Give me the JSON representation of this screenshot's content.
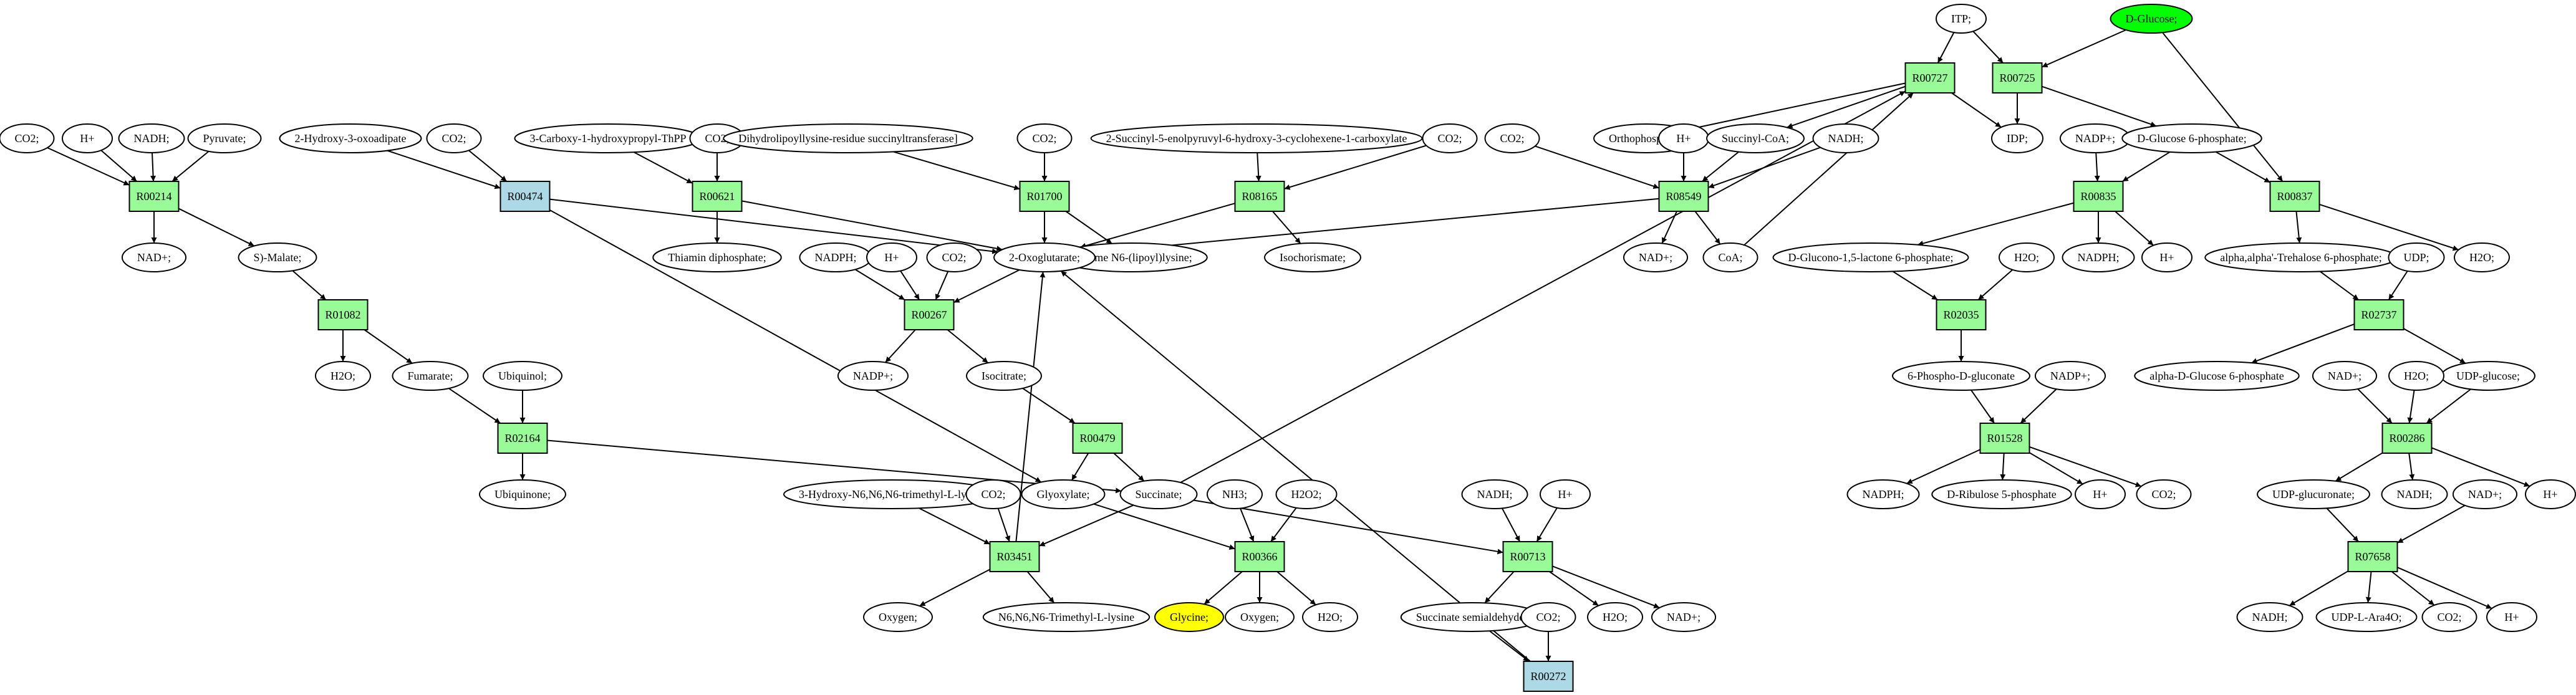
{
  "colors": {
    "reaction": "#98fb98",
    "reaction_alt": "#add8e6",
    "start_compound": "#00ff00",
    "target_compound": "#ffff00",
    "edge": "#000000"
  },
  "nodes": [
    {
      "id": "co2_a",
      "label": "CO2;",
      "kind": "metab"
    },
    {
      "id": "h_a",
      "label": "H+",
      "kind": "metab"
    },
    {
      "id": "nadh_a",
      "label": "NADH;",
      "kind": "metab"
    },
    {
      "id": "pyruvate",
      "label": "Pyruvate;",
      "kind": "metab"
    },
    {
      "id": "r00214",
      "label": "R00214",
      "kind": "rxn"
    },
    {
      "id": "nad_a",
      "label": "NAD+;",
      "kind": "metab"
    },
    {
      "id": "smalate",
      "label": "S)-Malate;",
      "kind": "metab"
    },
    {
      "id": "r01082",
      "label": "R01082",
      "kind": "rxn"
    },
    {
      "id": "h2o_a",
      "label": "H2O;",
      "kind": "metab"
    },
    {
      "id": "fumarate",
      "label": "Fumarate;",
      "kind": "metab"
    },
    {
      "id": "ubiquinol",
      "label": "Ubiquinol;",
      "kind": "metab"
    },
    {
      "id": "r02164",
      "label": "R02164",
      "kind": "rxn"
    },
    {
      "id": "ubiquinone",
      "label": "Ubiquinone;",
      "kind": "metab"
    },
    {
      "id": "hoxoadipate",
      "label": "2-Hydroxy-3-oxoadipate",
      "kind": "metab"
    },
    {
      "id": "co2_b",
      "label": "CO2;",
      "kind": "metab"
    },
    {
      "id": "r00474",
      "label": "R00474",
      "kind": "rxn_alt"
    },
    {
      "id": "carboxy_thpp",
      "label": "3-Carboxy-1-hydroxypropyl-ThPP",
      "kind": "metab"
    },
    {
      "id": "co2_c",
      "label": "CO2;",
      "kind": "metab"
    },
    {
      "id": "r00621",
      "label": "R00621",
      "kind": "rxn"
    },
    {
      "id": "thiamin",
      "label": "Thiamin diphosphate;",
      "kind": "metab"
    },
    {
      "id": "dihydro",
      "label": "Dihydrolipoyllysine-residue succinyltransferase]",
      "kind": "metab"
    },
    {
      "id": "co2_d",
      "label": "CO2;",
      "kind": "metab"
    },
    {
      "id": "r01700",
      "label": "R01700",
      "kind": "rxn"
    },
    {
      "id": "enzyme_n6",
      "label": "Enzyme N6-(lipoyl)lysine;",
      "kind": "metab"
    },
    {
      "id": "succinyl_enol",
      "label": "2-Succinyl-5-enolpyruvyl-6-hydroxy-3-cyclohexene-1-carboxylate",
      "kind": "metab"
    },
    {
      "id": "co2_e",
      "label": "CO2;",
      "kind": "metab"
    },
    {
      "id": "r08165",
      "label": "R08165",
      "kind": "rxn"
    },
    {
      "id": "isochorismate",
      "label": "Isochorismate;",
      "kind": "metab"
    },
    {
      "id": "oxoglutarate",
      "label": "2-Oxoglutarate;",
      "kind": "metab"
    },
    {
      "id": "nadph_a",
      "label": "NADPH;",
      "kind": "metab"
    },
    {
      "id": "h_b",
      "label": "H+",
      "kind": "metab"
    },
    {
      "id": "co2_f",
      "label": "CO2;",
      "kind": "metab"
    },
    {
      "id": "r00267",
      "label": "R00267",
      "kind": "rxn"
    },
    {
      "id": "nadp_a",
      "label": "NADP+;",
      "kind": "metab"
    },
    {
      "id": "isocitrate",
      "label": "Isocitrate;",
      "kind": "metab"
    },
    {
      "id": "r00479",
      "label": "R00479",
      "kind": "rxn"
    },
    {
      "id": "glyoxylate",
      "label": "Glyoxylate;",
      "kind": "metab"
    },
    {
      "id": "succinate",
      "label": "Succinate;",
      "kind": "metab"
    },
    {
      "id": "hydroxy_tml",
      "label": "3-Hydroxy-N6,N6,N6-trimethyl-L-lysine",
      "kind": "metab"
    },
    {
      "id": "co2_g",
      "label": "CO2;",
      "kind": "metab"
    },
    {
      "id": "r03451",
      "label": "R03451",
      "kind": "rxn"
    },
    {
      "id": "oxygen_a",
      "label": "Oxygen;",
      "kind": "metab"
    },
    {
      "id": "n6_tml",
      "label": "N6,N6,N6-Trimethyl-L-lysine",
      "kind": "metab"
    },
    {
      "id": "nh3",
      "label": "NH3;",
      "kind": "metab"
    },
    {
      "id": "h2o2",
      "label": "H2O2;",
      "kind": "metab"
    },
    {
      "id": "r00366",
      "label": "R00366",
      "kind": "rxn"
    },
    {
      "id": "glycine",
      "label": "Glycine;",
      "kind": "target"
    },
    {
      "id": "oxygen_b",
      "label": "Oxygen;",
      "kind": "metab"
    },
    {
      "id": "h2o_b",
      "label": "H2O;",
      "kind": "metab"
    },
    {
      "id": "nadh_b",
      "label": "NADH;",
      "kind": "metab"
    },
    {
      "id": "h_c",
      "label": "H+",
      "kind": "metab"
    },
    {
      "id": "r00713",
      "label": "R00713",
      "kind": "rxn"
    },
    {
      "id": "succ_semi",
      "label": "Succinate semialdehyde;",
      "kind": "metab"
    },
    {
      "id": "co2_h",
      "label": "CO2;",
      "kind": "metab"
    },
    {
      "id": "h2o_c",
      "label": "H2O;",
      "kind": "metab"
    },
    {
      "id": "nad_b",
      "label": "NAD+;",
      "kind": "metab"
    },
    {
      "id": "r00272",
      "label": "R00272",
      "kind": "rxn_alt"
    },
    {
      "id": "itp",
      "label": "ITP;",
      "kind": "metab"
    },
    {
      "id": "dglucose",
      "label": "D-Glucose;",
      "kind": "start"
    },
    {
      "id": "r00727",
      "label": "R00727",
      "kind": "rxn"
    },
    {
      "id": "r00725",
      "label": "R00725",
      "kind": "rxn"
    },
    {
      "id": "idp",
      "label": "IDP;",
      "kind": "metab"
    },
    {
      "id": "co2_i",
      "label": "CO2;",
      "kind": "metab"
    },
    {
      "id": "orthophosphate",
      "label": "Orthophosphate;",
      "kind": "metab"
    },
    {
      "id": "h_d",
      "label": "H+",
      "kind": "metab"
    },
    {
      "id": "succinyl_coa",
      "label": "Succinyl-CoA;",
      "kind": "metab"
    },
    {
      "id": "nadh_c",
      "label": "NADH;",
      "kind": "metab"
    },
    {
      "id": "r08549",
      "label": "R08549",
      "kind": "rxn"
    },
    {
      "id": "nad_c",
      "label": "NAD+;",
      "kind": "metab"
    },
    {
      "id": "coa",
      "label": "CoA;",
      "kind": "metab"
    },
    {
      "id": "nadp_b",
      "label": "NADP+;",
      "kind": "metab"
    },
    {
      "id": "g6p",
      "label": "D-Glucose 6-phosphate;",
      "kind": "metab"
    },
    {
      "id": "r00835",
      "label": "R00835",
      "kind": "rxn"
    },
    {
      "id": "r00837",
      "label": "R00837",
      "kind": "rxn"
    },
    {
      "id": "nadph_b",
      "label": "NADPH;",
      "kind": "metab"
    },
    {
      "id": "h_e",
      "label": "H+",
      "kind": "metab"
    },
    {
      "id": "gluconolactone",
      "label": "D-Glucono-1,5-lactone 6-phosphate;",
      "kind": "metab"
    },
    {
      "id": "h2o_d",
      "label": "H2O;",
      "kind": "metab"
    },
    {
      "id": "r02035",
      "label": "R02035",
      "kind": "rxn"
    },
    {
      "id": "phosphogluconate",
      "label": "6-Phospho-D-gluconate",
      "kind": "metab"
    },
    {
      "id": "nadp_c",
      "label": "NADP+;",
      "kind": "metab"
    },
    {
      "id": "r01528",
      "label": "R01528",
      "kind": "rxn"
    },
    {
      "id": "nadph_c",
      "label": "NADPH;",
      "kind": "metab"
    },
    {
      "id": "ribulose",
      "label": "D-Ribulose 5-phosphate",
      "kind": "metab"
    },
    {
      "id": "h_f",
      "label": "H+",
      "kind": "metab"
    },
    {
      "id": "co2_j",
      "label": "CO2;",
      "kind": "metab"
    },
    {
      "id": "trehalose",
      "label": "alpha,alpha'-Trehalose 6-phosphate;",
      "kind": "metab"
    },
    {
      "id": "udp_a",
      "label": "UDP;",
      "kind": "metab"
    },
    {
      "id": "h2o_e",
      "label": "H2O;",
      "kind": "metab"
    },
    {
      "id": "r02737",
      "label": "R02737",
      "kind": "rxn"
    },
    {
      "id": "alpha_g6p",
      "label": "alpha-D-Glucose 6-phosphate",
      "kind": "metab"
    },
    {
      "id": "udp_glucose",
      "label": "UDP-glucose;",
      "kind": "metab"
    },
    {
      "id": "nad_d",
      "label": "NAD+;",
      "kind": "metab"
    },
    {
      "id": "h2o_f",
      "label": "H2O;",
      "kind": "metab"
    },
    {
      "id": "r00286",
      "label": "R00286",
      "kind": "rxn"
    },
    {
      "id": "udp_glucuronate",
      "label": "UDP-glucuronate;",
      "kind": "metab"
    },
    {
      "id": "nadh_d",
      "label": "NADH;",
      "kind": "metab"
    },
    {
      "id": "nad_e",
      "label": "NAD+;",
      "kind": "metab"
    },
    {
      "id": "h_g",
      "label": "H+",
      "kind": "metab"
    },
    {
      "id": "r07658",
      "label": "R07658",
      "kind": "rxn"
    },
    {
      "id": "nadh_e",
      "label": "NADH;",
      "kind": "metab"
    },
    {
      "id": "udp_ara",
      "label": "UDP-L-Ara4O;",
      "kind": "metab"
    },
    {
      "id": "co2_k",
      "label": "CO2;",
      "kind": "metab"
    },
    {
      "id": "h_h",
      "label": "H+",
      "kind": "metab"
    }
  ],
  "edges": [
    [
      "co2_a",
      "r00214"
    ],
    [
      "h_a",
      "r00214"
    ],
    [
      "nadh_a",
      "r00214"
    ],
    [
      "pyruvate",
      "r00214"
    ],
    [
      "r00214",
      "nad_a"
    ],
    [
      "r00214",
      "smalate"
    ],
    [
      "smalate",
      "r01082"
    ],
    [
      "r01082",
      "h2o_a"
    ],
    [
      "r01082",
      "fumarate"
    ],
    [
      "fumarate",
      "r02164"
    ],
    [
      "ubiquinol",
      "r02164"
    ],
    [
      "r02164",
      "ubiquinone"
    ],
    [
      "r02164",
      "succinate"
    ],
    [
      "hoxoadipate",
      "r00474"
    ],
    [
      "co2_b",
      "r00474"
    ],
    [
      "r00474",
      "oxoglutarate"
    ],
    [
      "r00474",
      "glyoxylate"
    ],
    [
      "carboxy_thpp",
      "r00621"
    ],
    [
      "co2_c",
      "r00621"
    ],
    [
      "r00621",
      "thiamin"
    ],
    [
      "r00621",
      "oxoglutarate"
    ],
    [
      "dihydro",
      "r01700"
    ],
    [
      "co2_d",
      "r01700"
    ],
    [
      "r01700",
      "enzyme_n6"
    ],
    [
      "r01700",
      "oxoglutarate"
    ],
    [
      "succinyl_enol",
      "r08165"
    ],
    [
      "co2_e",
      "r08165"
    ],
    [
      "r08165",
      "isochorismate"
    ],
    [
      "r08165",
      "oxoglutarate"
    ],
    [
      "nadph_a",
      "r00267"
    ],
    [
      "h_b",
      "r00267"
    ],
    [
      "co2_f",
      "r00267"
    ],
    [
      "oxoglutarate",
      "r00267"
    ],
    [
      "r00267",
      "nadp_a"
    ],
    [
      "r00267",
      "isocitrate"
    ],
    [
      "isocitrate",
      "r00479"
    ],
    [
      "r00479",
      "glyoxylate"
    ],
    [
      "r00479",
      "succinate"
    ],
    [
      "hydroxy_tml",
      "r03451"
    ],
    [
      "co2_g",
      "r03451"
    ],
    [
      "succinate",
      "r03451"
    ],
    [
      "r03451",
      "oxygen_a"
    ],
    [
      "r03451",
      "n6_tml"
    ],
    [
      "r03451",
      "oxoglutarate"
    ],
    [
      "glyoxylate",
      "r00366"
    ],
    [
      "nh3",
      "r00366"
    ],
    [
      "h2o2",
      "r00366"
    ],
    [
      "r00366",
      "glycine"
    ],
    [
      "r00366",
      "oxygen_b"
    ],
    [
      "r00366",
      "h2o_b"
    ],
    [
      "nadh_b",
      "r00713"
    ],
    [
      "h_c",
      "r00713"
    ],
    [
      "succinate",
      "r00713"
    ],
    [
      "r00713",
      "succ_semi"
    ],
    [
      "r00713",
      "h2o_c"
    ],
    [
      "r00713",
      "nad_b"
    ],
    [
      "succ_semi",
      "r00272"
    ],
    [
      "co2_h",
      "r00272"
    ],
    [
      "r00272",
      "oxoglutarate"
    ],
    [
      "itp",
      "r00727"
    ],
    [
      "succinate",
      "r00727"
    ],
    [
      "coa",
      "r00727"
    ],
    [
      "r00727",
      "idp"
    ],
    [
      "r00727",
      "orthophosphate"
    ],
    [
      "r00727",
      "succinyl_coa"
    ],
    [
      "itp",
      "r00725"
    ],
    [
      "dglucose",
      "r00725"
    ],
    [
      "r00725",
      "idp"
    ],
    [
      "r00725",
      "g6p"
    ],
    [
      "co2_i",
      "r08549"
    ],
    [
      "h_d",
      "r08549"
    ],
    [
      "succinyl_coa",
      "r08549"
    ],
    [
      "nadh_c",
      "r08549"
    ],
    [
      "r08549",
      "nad_c"
    ],
    [
      "r08549",
      "coa"
    ],
    [
      "r08549",
      "oxoglutarate"
    ],
    [
      "nadp_b",
      "r00835"
    ],
    [
      "g6p",
      "r00835"
    ],
    [
      "r00835",
      "nadph_b"
    ],
    [
      "r00835",
      "h_e"
    ],
    [
      "r00835",
      "gluconolactone"
    ],
    [
      "dglucose",
      "r00837"
    ],
    [
      "g6p",
      "r00837"
    ],
    [
      "r00837",
      "trehalose"
    ],
    [
      "r00837",
      "h2o_e"
    ],
    [
      "gluconolactone",
      "r02035"
    ],
    [
      "h2o_d",
      "r02035"
    ],
    [
      "r02035",
      "phosphogluconate"
    ],
    [
      "phosphogluconate",
      "r01528"
    ],
    [
      "nadp_c",
      "r01528"
    ],
    [
      "r01528",
      "nadph_c"
    ],
    [
      "r01528",
      "ribulose"
    ],
    [
      "r01528",
      "h_f"
    ],
    [
      "r01528",
      "co2_j"
    ],
    [
      "trehalose",
      "r02737"
    ],
    [
      "udp_a",
      "r02737"
    ],
    [
      "r02737",
      "alpha_g6p"
    ],
    [
      "r02737",
      "udp_glucose"
    ],
    [
      "udp_glucose",
      "r00286"
    ],
    [
      "nad_d",
      "r00286"
    ],
    [
      "h2o_f",
      "r00286"
    ],
    [
      "r00286",
      "udp_glucuronate"
    ],
    [
      "r00286",
      "nadh_d"
    ],
    [
      "r00286",
      "h_g"
    ],
    [
      "udp_glucuronate",
      "r07658"
    ],
    [
      "nad_e",
      "r07658"
    ],
    [
      "r07658",
      "nadh_e"
    ],
    [
      "r07658",
      "udp_ara"
    ],
    [
      "r07658",
      "co2_k"
    ],
    [
      "r07658",
      "h_h"
    ]
  ]
}
